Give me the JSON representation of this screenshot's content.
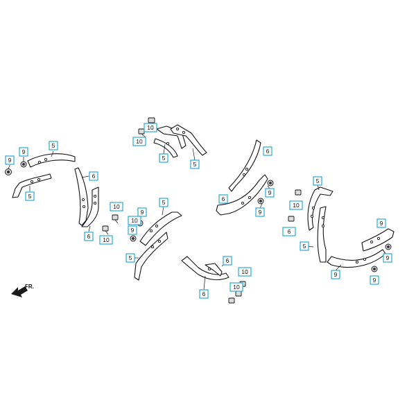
{
  "diagram": {
    "direction_label": "FR.",
    "callouts": {
      "c01": "9",
      "c02": "9",
      "c03": "5",
      "c04": "5",
      "c05": "6",
      "c06": "6",
      "c07": "10",
      "c08": "10",
      "c09": "10",
      "c10": "5",
      "c11": "5",
      "c12": "6",
      "c13": "9",
      "c14": "5",
      "c15": "9",
      "c16": "10",
      "c17": "9",
      "c18": "5",
      "c19": "6",
      "c20": "6",
      "c21": "10",
      "c22": "10",
      "c23": "9",
      "c24": "5",
      "c25": "10",
      "c26": "5",
      "c27": "10",
      "c28": "6",
      "c29": "9",
      "c30": "6",
      "c31": "9"
    }
  }
}
